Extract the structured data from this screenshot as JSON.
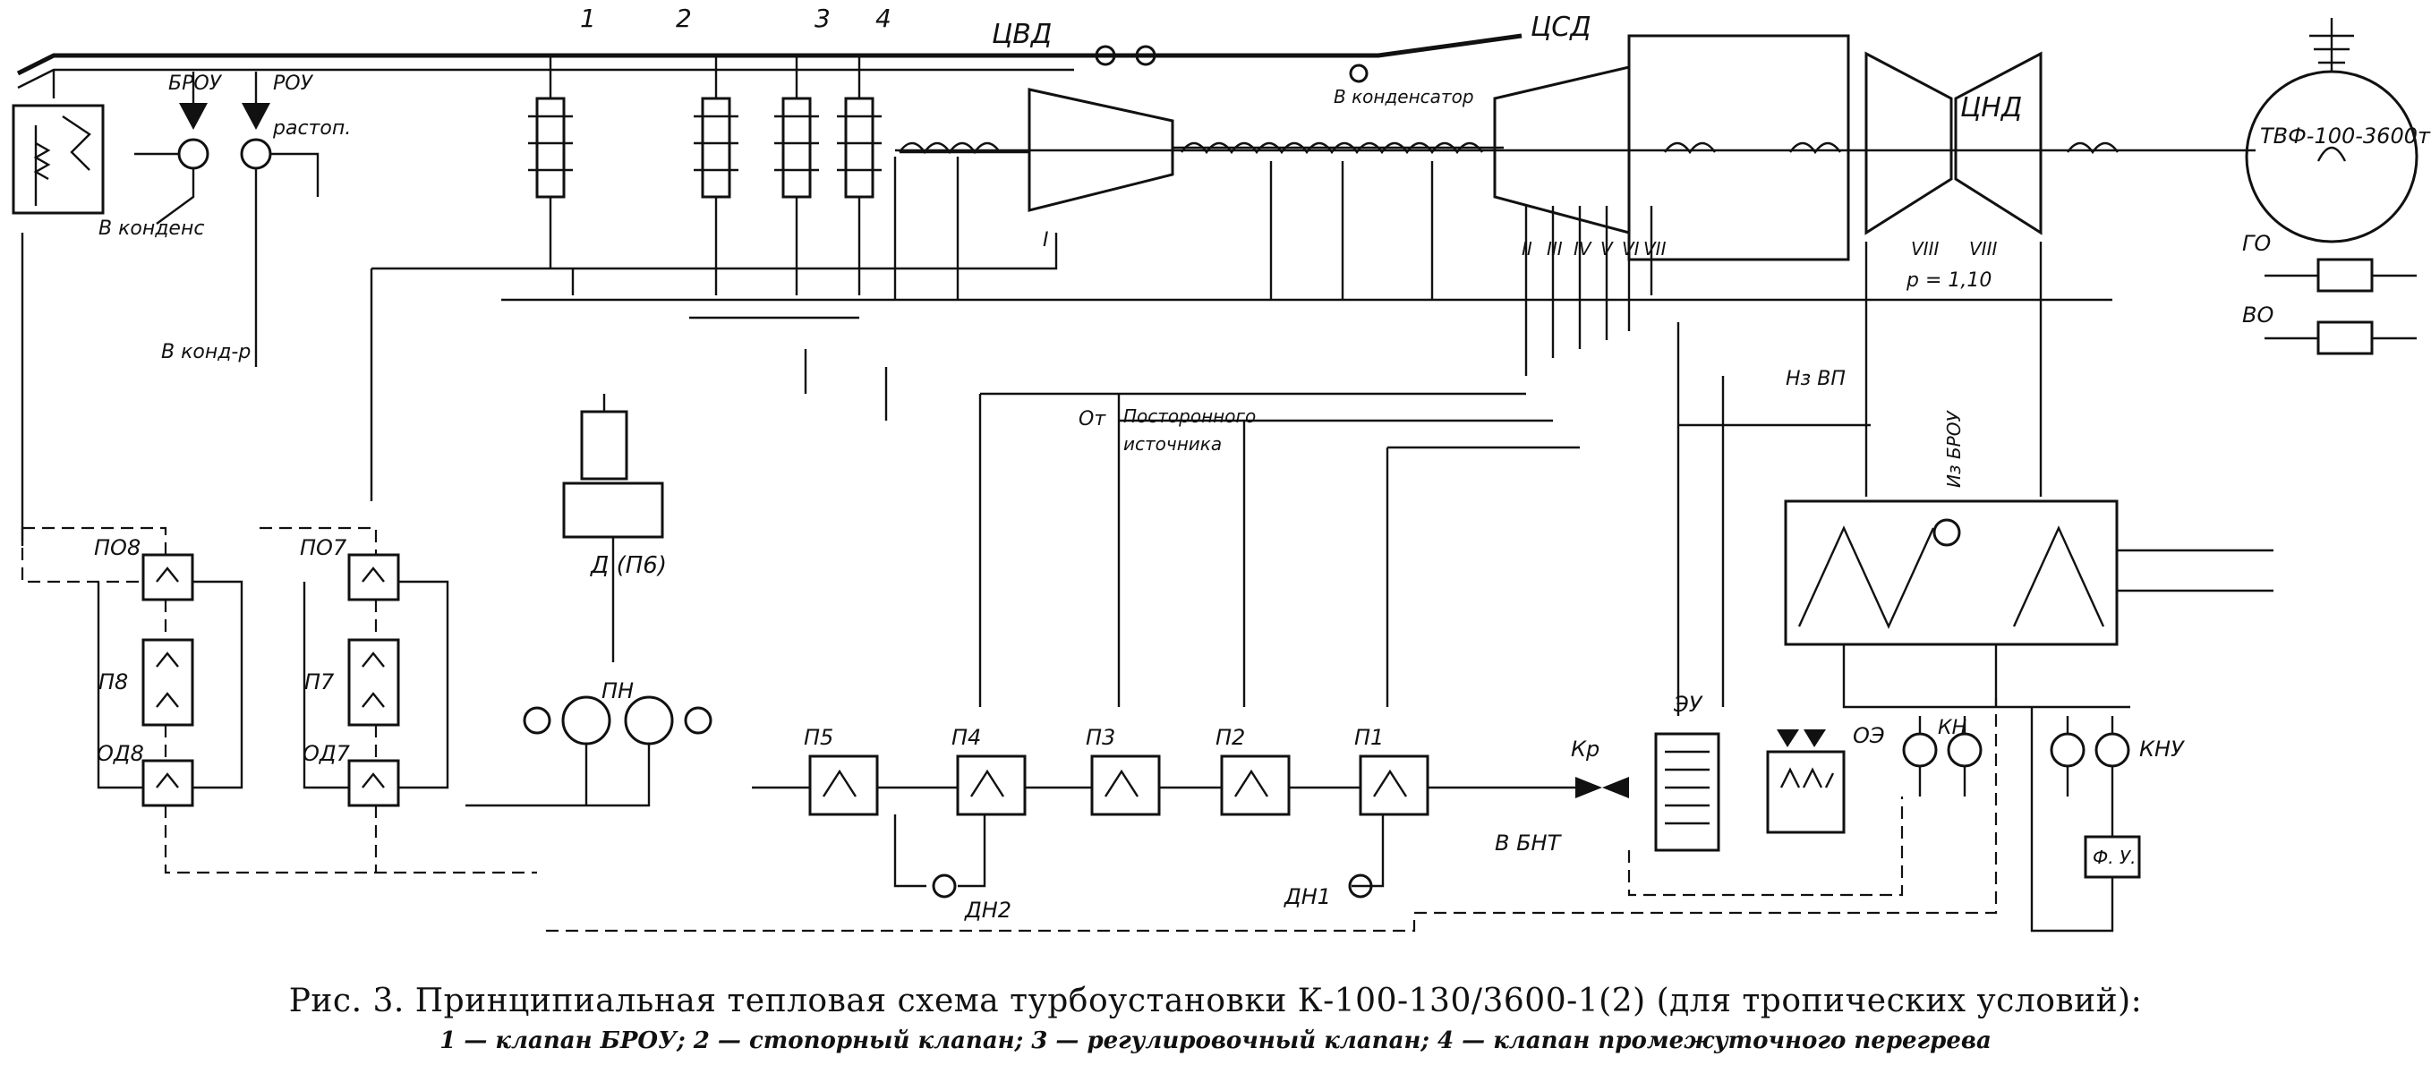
{
  "caption": {
    "main": "Рис. 3. Принципиальная тепловая схема турбоустановки К-100-130/3600-1(2) (для тропических условий):",
    "legend": "1 — клапан БРОУ; 2 — стопорный клапан; 3 — регулировочный клапан; 4 — клапан промежуточного перегрева"
  },
  "labels": {
    "valve_1": "1",
    "valve_2": "2",
    "valve_3": "3",
    "valve_4": "4",
    "hp_cylinder": "ЦВД",
    "ip_cylinder": "ЦСД",
    "lp_cylinder": "ЦНД",
    "generator": "ТВФ-100-3600т",
    "broy": "БРОУ",
    "roy": "РОУ",
    "roy_sub": "растоп.",
    "to_condenser_1": "В конденс",
    "to_condenser_2": "В конденсатор",
    "to_condenser_3": "В конд-р",
    "hydrogen_cooler": "ГО",
    "air_cooler": "ВО",
    "from_external_1": "Посторонного",
    "from_external_2": "источника",
    "from_prefix": "От",
    "from_broy": "Из БРОУ",
    "to_vp": "Нз ВП",
    "pressure": "p = 1,10",
    "deaerator": "Д (П6)",
    "feed_pump": "ПН",
    "hp8": "ПО8",
    "hp7": "ПО7",
    "p8": "П8",
    "p7": "П7",
    "od8": "ОД8",
    "od7": "ОД7",
    "p5": "П5",
    "p4": "П4",
    "p3": "П3",
    "p2": "П2",
    "p1": "П1",
    "dn2": "ДН2",
    "dn1": "ДН1",
    "kr": "Кр",
    "to_bnt": "В БНТ",
    "ey": "ЭУ",
    "oe": "ОЭ",
    "kn": "КН",
    "kny": "КНУ",
    "fu": "Ф. У.",
    "extraction_I": "I",
    "extraction_II": "II",
    "extraction_III": "III",
    "extraction_IV": "IV",
    "extraction_V": "V",
    "extraction_VI": "VI",
    "extraction_VII": "VII",
    "extraction_VIII": "VIII",
    "extraction_VIII_b": "VIII"
  }
}
